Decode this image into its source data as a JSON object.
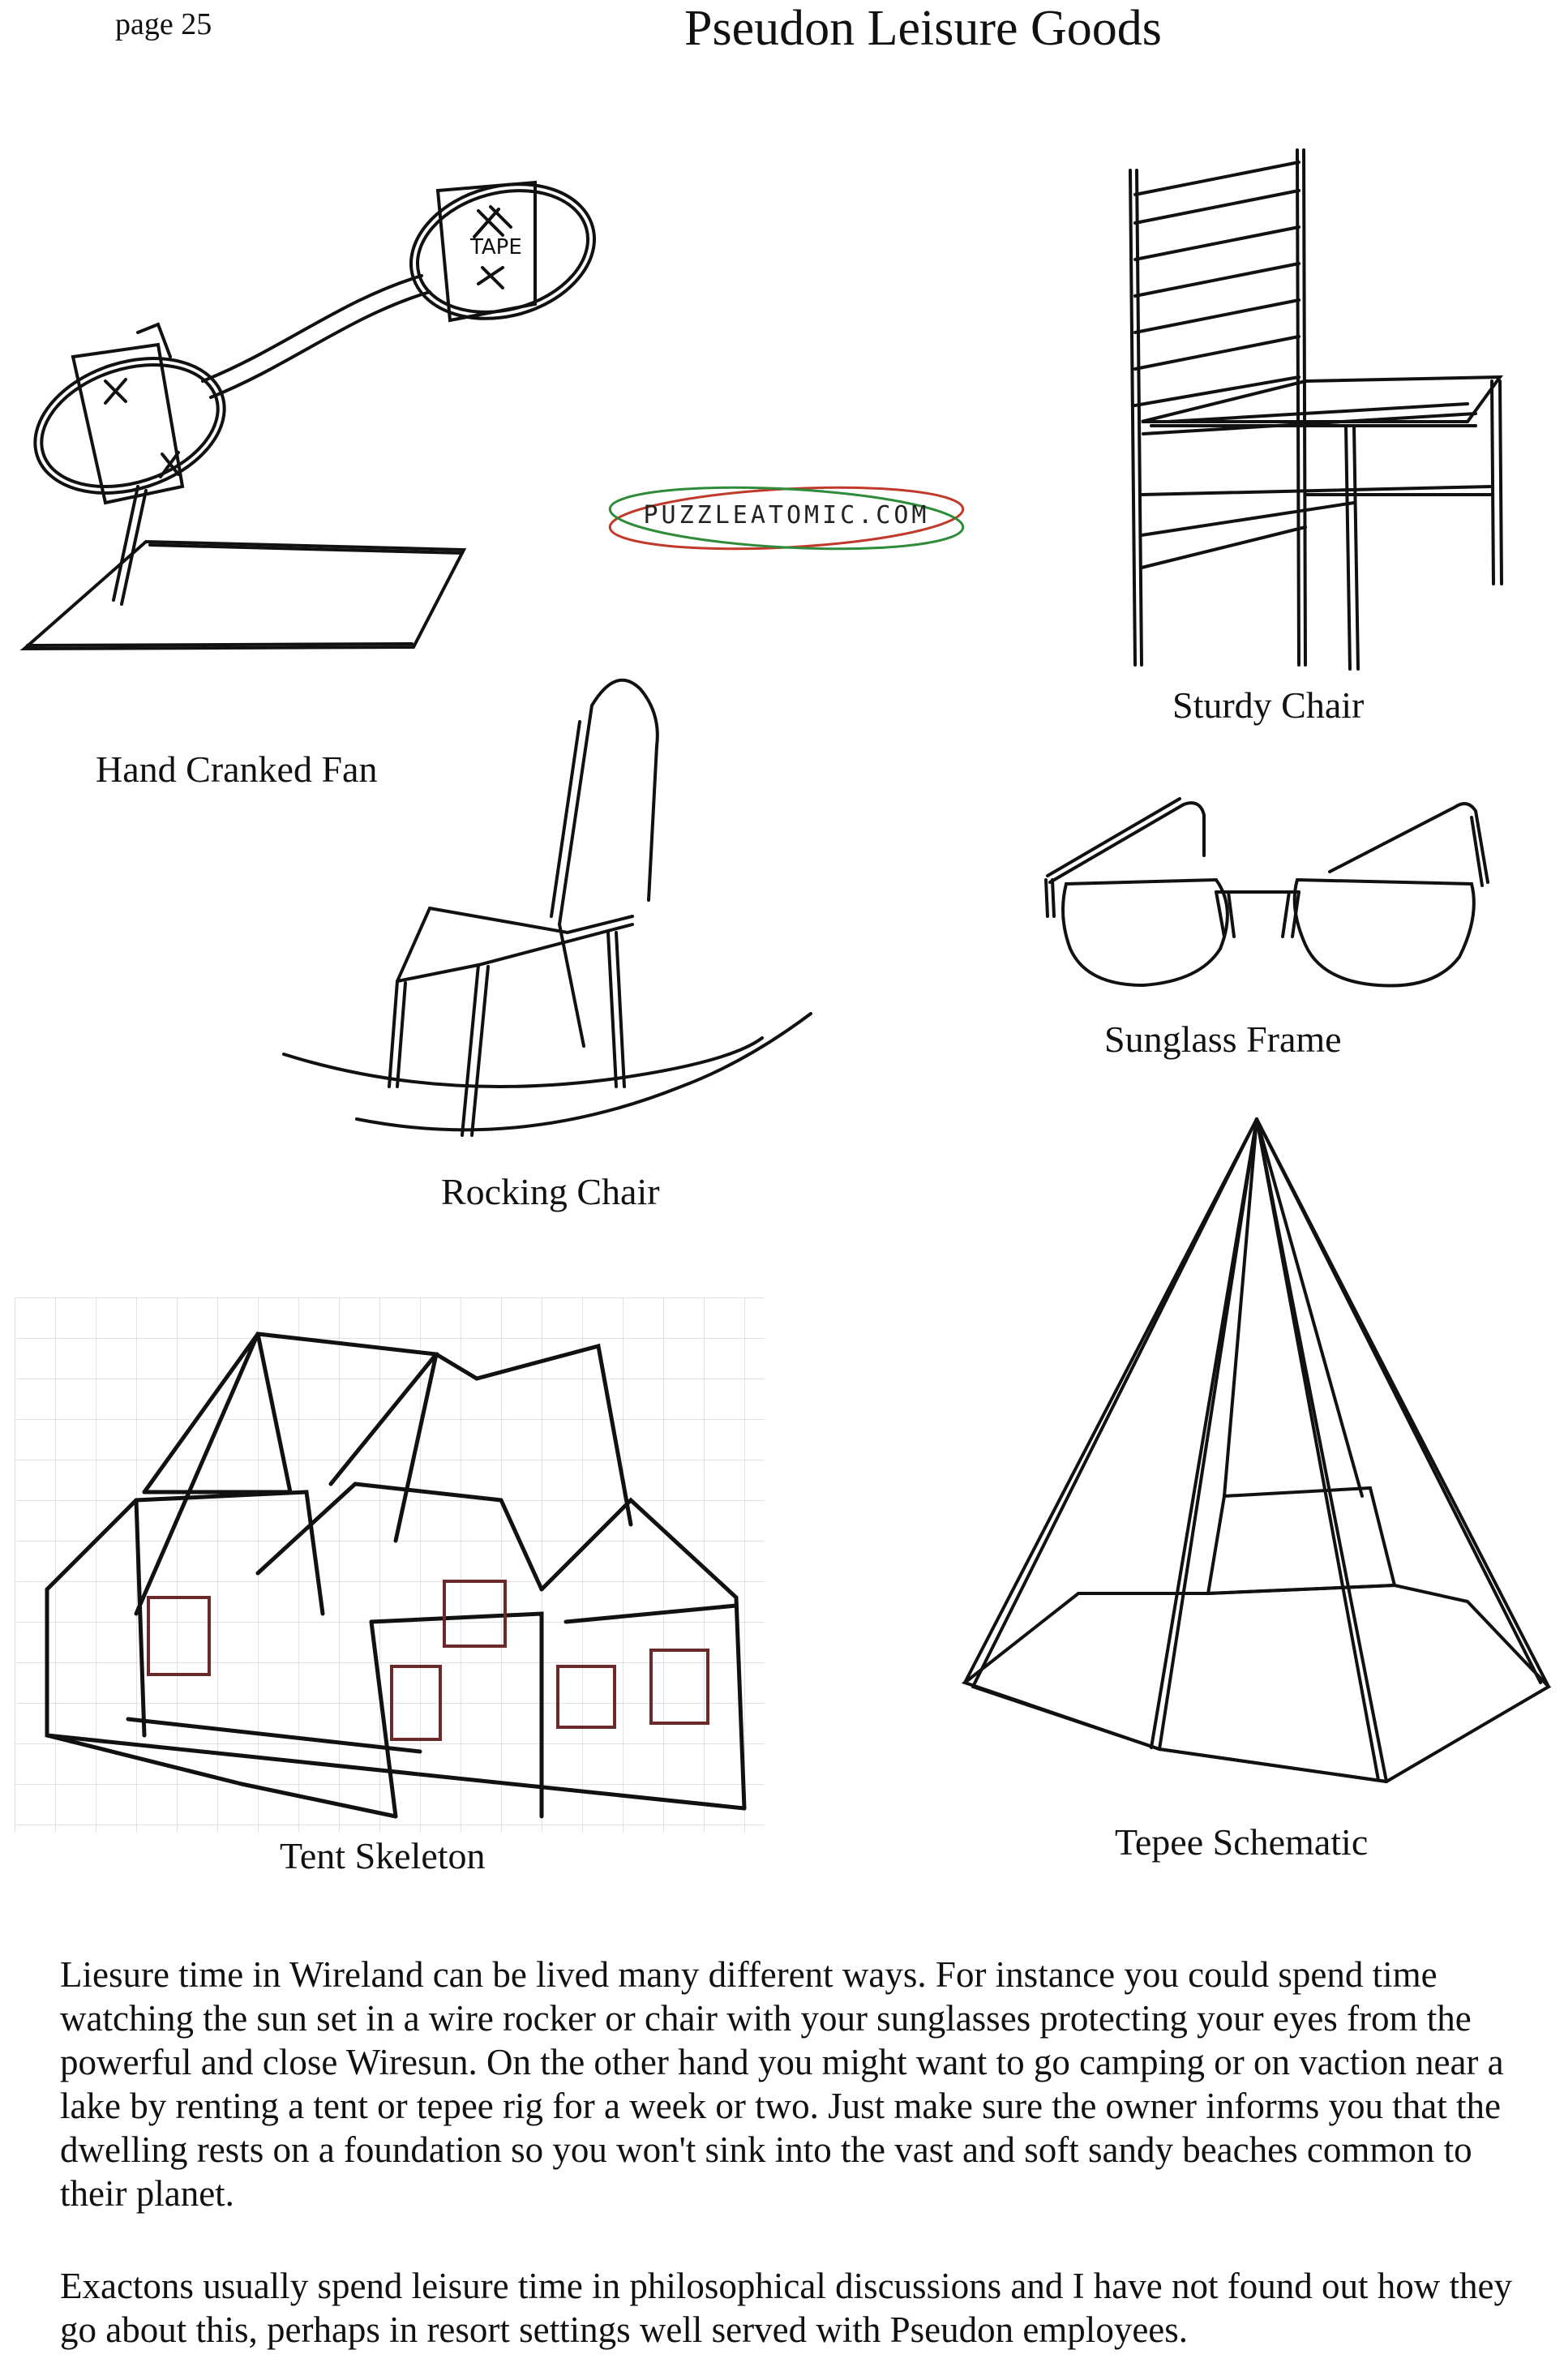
{
  "header": {
    "page_label": "page 25",
    "title": "Pseudon Leisure Goods"
  },
  "logo": {
    "text": "PUZZLEATOMIC.COM",
    "ring_colors": [
      "#c0392b",
      "#2e8b3a"
    ]
  },
  "drawings": {
    "fan": {
      "caption": "Hand Cranked Fan",
      "tape_label": "TAPE"
    },
    "sturdy_chair": {
      "caption": "Sturdy Chair"
    },
    "rocking_chair": {
      "caption": "Rocking Chair"
    },
    "sunglasses": {
      "caption": "Sunglass Frame"
    },
    "tent": {
      "caption": "Tent Skeleton"
    },
    "tepee": {
      "caption": "Tepee Schematic"
    }
  },
  "body": {
    "paragraph_1": "Liesure time in Wireland can be lived many different ways.  For instance you could spend time watching the sun set in a wire rocker or chair with your sunglasses protecting your eyes from the powerful and close Wiresun.  On the other hand you might want to go camping or on vaction near a lake by renting a tent or tepee rig for a week or two.  Just make sure the owner informs you that the dwelling rests on a foundation so you won't sink into the vast and soft sandy beaches common to their planet.",
    "paragraph_2": "Exactons usually spend leisure time in philosophical discussions and I have not found out how they go about this, perhaps in resort settings well served with Pseudon employees."
  }
}
